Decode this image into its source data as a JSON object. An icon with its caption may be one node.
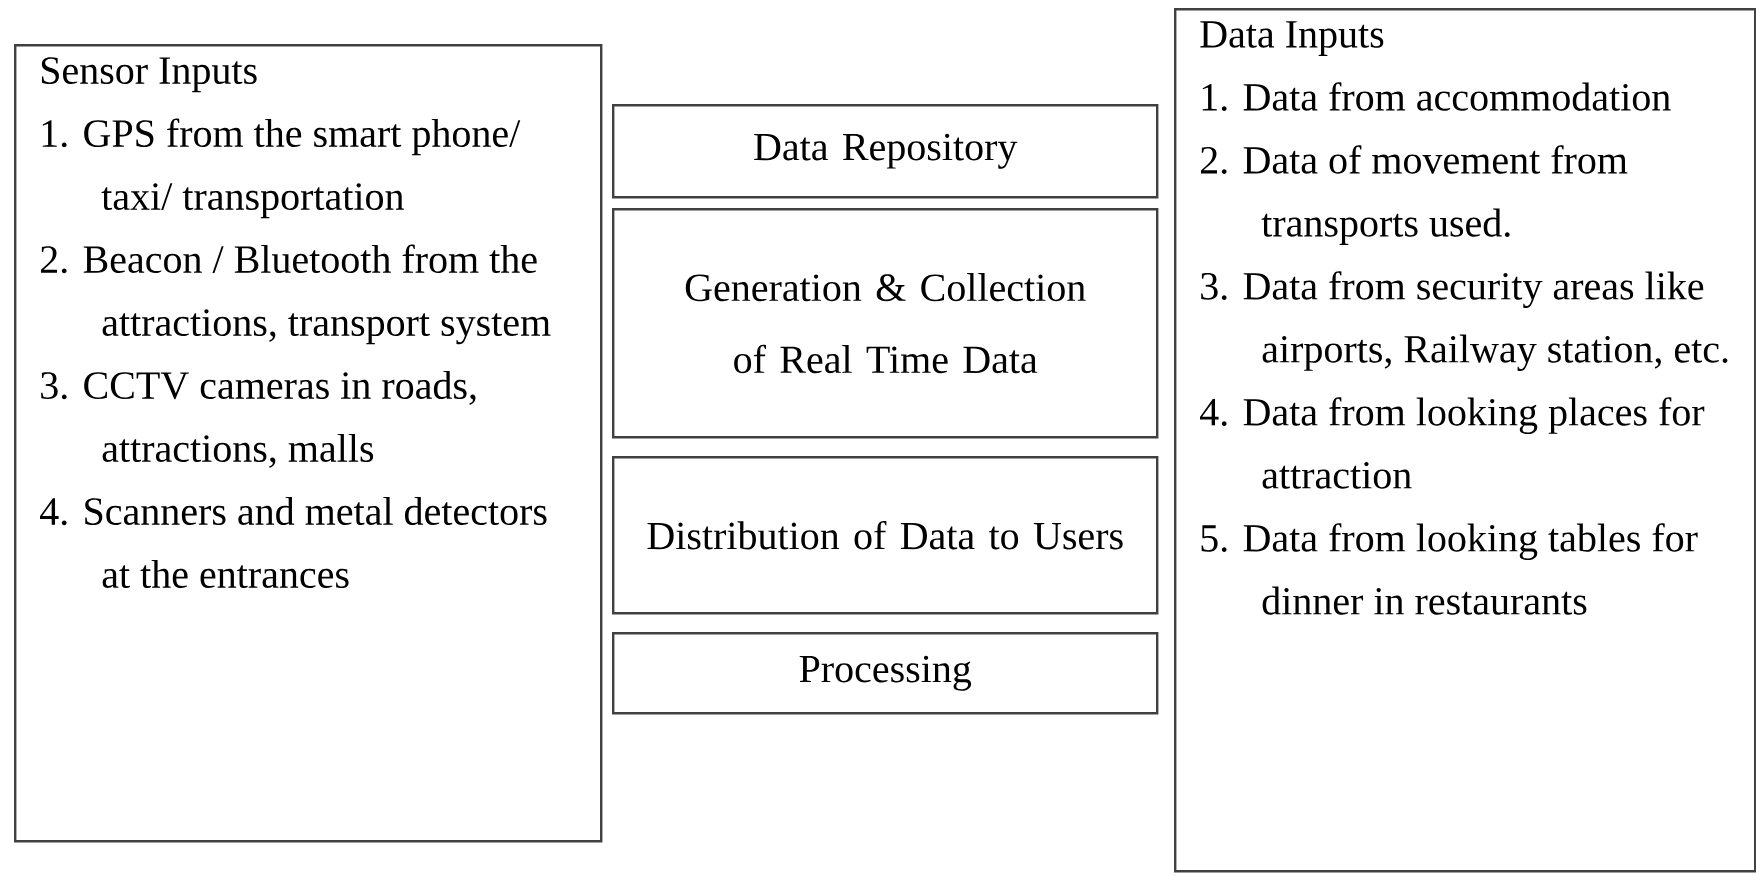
{
  "diagram": {
    "nodes": [
      {
        "text": [
          "Sensor Inputs",
          "1. GPS from the smart phone/ taxi/ transportation",
          "2. Beacon / Bluetooth from the attractions, transport system",
          "3. CCTV cameras in roads, attractions, malls",
          "4. Scanners and metal detectors at the entrances"
        ]
      },
      {
        "text": [
          "Data Repository"
        ]
      },
      {
        "text": [
          "Generation & Collection of Real Time Data"
        ]
      },
      {
        "text": [
          "Distribution of Data to Users"
        ]
      },
      {
        "text": [
          "Processing"
        ]
      },
      {
        "text": [
          "Data Inputs",
          "1. Data from accommodation",
          "2. Data of movement from transports used.",
          "3. Data from security areas like airports, Railway station, etc.",
          "4. Data from looking places for attraction",
          "5. Data from looking tables for dinner in restaurants"
        ]
      }
    ],
    "edges": []
  }
}
